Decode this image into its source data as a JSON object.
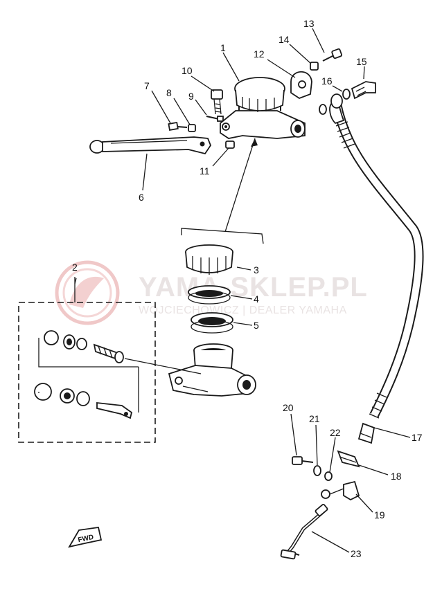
{
  "watermark": {
    "title": "YAMA-SKLEP.PL",
    "subtitle": "WOJCIECHOWICZ | DEALER YAMAHA",
    "logo_color": "#f0c8c8",
    "text_color": "#e9e3e3"
  },
  "direction_marker": "FWD",
  "labels": [
    {
      "id": "label-1",
      "text": "1"
    },
    {
      "id": "label-2",
      "text": "2"
    },
    {
      "id": "label-3",
      "text": "3"
    },
    {
      "id": "label-4",
      "text": "4"
    },
    {
      "id": "label-5",
      "text": "5"
    },
    {
      "id": "label-6",
      "text": "6"
    },
    {
      "id": "label-7",
      "text": "7"
    },
    {
      "id": "label-8",
      "text": "8"
    },
    {
      "id": "label-9",
      "text": "9"
    },
    {
      "id": "label-10",
      "text": "10"
    },
    {
      "id": "label-11",
      "text": "11"
    },
    {
      "id": "label-12",
      "text": "12"
    },
    {
      "id": "label-13",
      "text": "13"
    },
    {
      "id": "label-14",
      "text": "14"
    },
    {
      "id": "label-15",
      "text": "15"
    },
    {
      "id": "label-16",
      "text": "16"
    },
    {
      "id": "label-17",
      "text": "17"
    },
    {
      "id": "label-18",
      "text": "18"
    },
    {
      "id": "label-19",
      "text": "19"
    },
    {
      "id": "label-20",
      "text": "20"
    },
    {
      "id": "label-21",
      "text": "21"
    },
    {
      "id": "label-22",
      "text": "22"
    },
    {
      "id": "label-23",
      "text": "23"
    }
  ]
}
